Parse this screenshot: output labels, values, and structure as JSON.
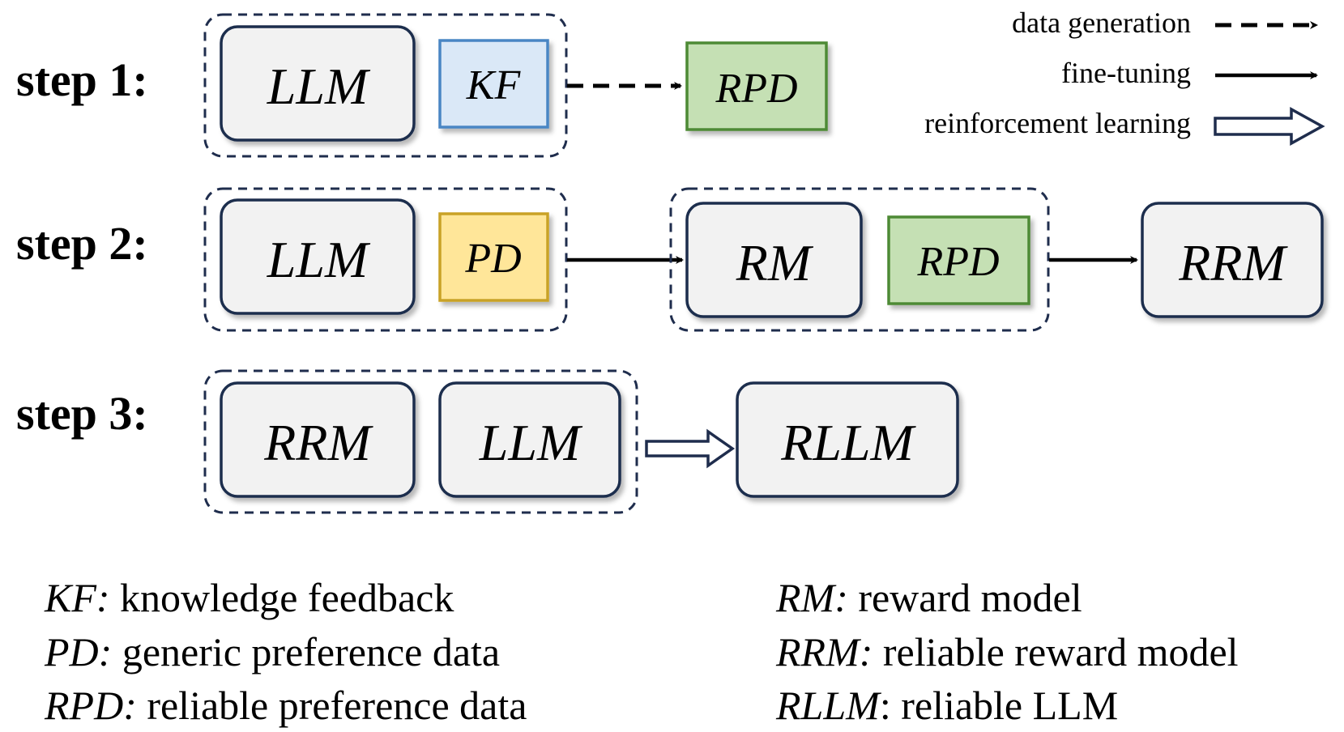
{
  "steps": [
    {
      "label": "step 1:"
    },
    {
      "label": "step 2:"
    },
    {
      "label": "step 3:"
    }
  ],
  "nodes": {
    "s1_llm": "LLM",
    "s1_kf": "KF",
    "s1_rpd": "RPD",
    "s2_llm": "LLM",
    "s2_pd": "PD",
    "s2_rm": "RM",
    "s2_rpd": "RPD",
    "s2_rrm": "RRM",
    "s3_rrm": "RRM",
    "s3_llm": "LLM",
    "s3_rllm": "RLLM"
  },
  "legend": {
    "data_generation": "data generation",
    "fine_tuning": "fine-tuning",
    "reinforcement_learning": "reinforcement learning"
  },
  "glossary": [
    {
      "abbr": "KF:",
      "desc": " knowledge feedback"
    },
    {
      "abbr": "PD:",
      "desc": " generic preference data"
    },
    {
      "abbr": "RPD:",
      "desc": " reliable preference data"
    },
    {
      "abbr": "RM:",
      "desc": " reward model"
    },
    {
      "abbr": "RRM:",
      "desc": " reliable reward model"
    },
    {
      "abbr": "RLLM",
      "desc": ": reliable LLM"
    }
  ],
  "colors": {
    "navy": "#1f2d4d",
    "gray_fill": "#f2f2f2",
    "kf_fill": "#dae8f7",
    "kf_stroke": "#4a86c4",
    "pd_fill": "#ffe699",
    "pd_stroke": "#c9a227",
    "rpd_fill": "#c5e0b4",
    "rpd_stroke": "#4e8a35"
  }
}
